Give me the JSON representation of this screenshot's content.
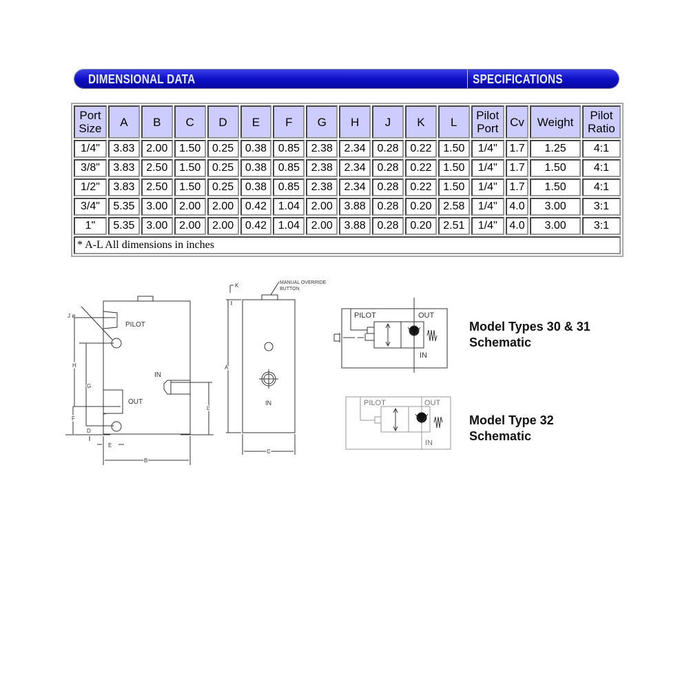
{
  "banner": {
    "left": "DIMENSIONAL DATA",
    "right": "SPECIFICATIONS"
  },
  "table": {
    "headers": [
      "Port Size",
      "A",
      "B",
      "C",
      "D",
      "E",
      "F",
      "G",
      "H",
      "J",
      "K",
      "L",
      "Pilot Port",
      "Cv",
      "Weight",
      "Pilot Ratio"
    ],
    "rows": [
      [
        "1/4\"",
        "3.83",
        "2.00",
        "1.50",
        "0.25",
        "0.38",
        "0.85",
        "2.38",
        "2.34",
        "0.28",
        "0.22",
        "1.50",
        "1/4\"",
        "1.7",
        "1.25",
        "4:1"
      ],
      [
        "3/8\"",
        "3.83",
        "2.50",
        "1.50",
        "0.25",
        "0.38",
        "0.85",
        "2.38",
        "2.34",
        "0.28",
        "0.22",
        "1.50",
        "1/4\"",
        "1.7",
        "1.50",
        "4:1"
      ],
      [
        "1/2\"",
        "3.83",
        "2.50",
        "1.50",
        "0.25",
        "0.38",
        "0.85",
        "2.38",
        "2.34",
        "0.28",
        "0.22",
        "1.50",
        "1/4\"",
        "1.7",
        "1.50",
        "4:1"
      ],
      [
        "3/4\"",
        "5.35",
        "3.00",
        "2.00",
        "2.00",
        "0.42",
        "1.04",
        "2.00",
        "3.88",
        "0.28",
        "0.20",
        "2.58",
        "1/4\"",
        "4.0",
        "3.00",
        "3:1"
      ],
      [
        "1\"",
        "5.35",
        "3.00",
        "2.00",
        "2.00",
        "0.42",
        "1.04",
        "2.00",
        "3.88",
        "0.28",
        "0.20",
        "2.51",
        "1/4\"",
        "4.0",
        "3.00",
        "3:1"
      ]
    ],
    "note": "* A-L  All dimensions in inches"
  },
  "drawing": {
    "j": "J  ø",
    "pilot": "PILOT",
    "in": "IN",
    "out": "OUT",
    "h": "H",
    "g": "G",
    "f": "F",
    "d": "D",
    "e": "E",
    "b": "B",
    "l": "L",
    "k": "K",
    "a": "A",
    "c": "C",
    "override1": "MANUAL  OVERRIDE",
    "override2": "BUTTON",
    "in2": "IN"
  },
  "schematic1": {
    "pilot": "PILOT",
    "out": "OUT",
    "in": "IN",
    "caption1": "Model Types 30 & 31",
    "caption2": "Schematic"
  },
  "schematic2": {
    "pilot": "PILOT",
    "out": "OUT",
    "in": "IN",
    "caption1": "Model Type 32",
    "caption2": "Schematic"
  }
}
